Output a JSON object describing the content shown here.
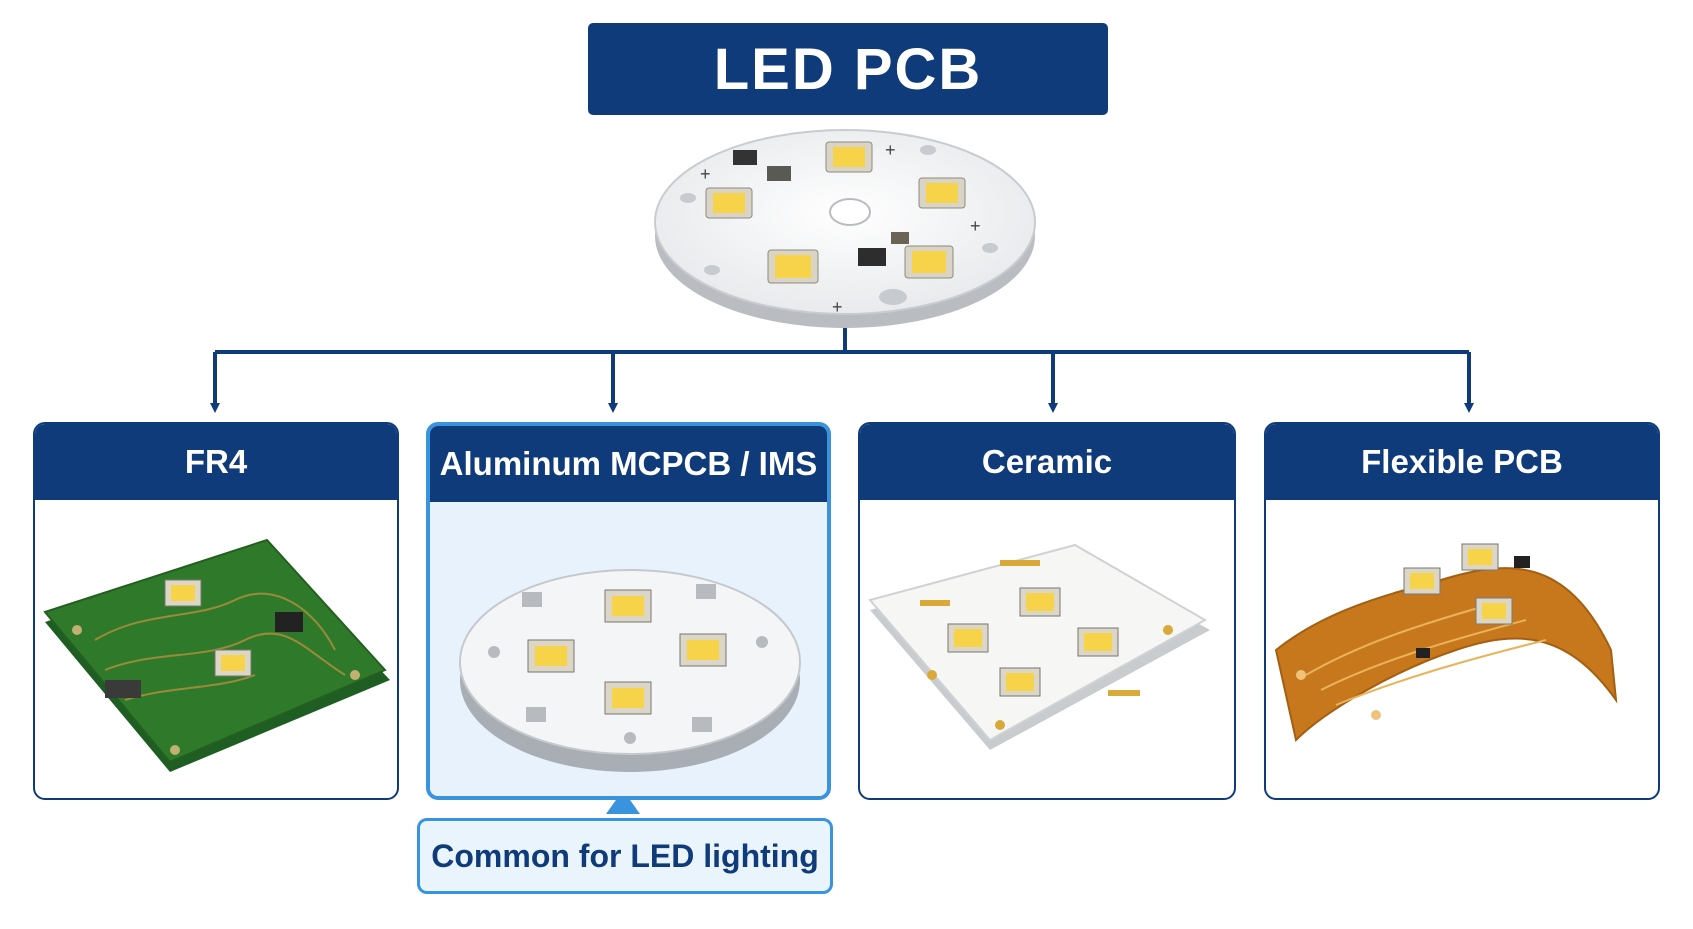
{
  "title": "LED PCB",
  "categories": [
    {
      "label": "FR4"
    },
    {
      "label": "Aluminum MCPCB / IMS"
    },
    {
      "label": "Ceramic"
    },
    {
      "label": "Flexible PCB"
    }
  ],
  "callout": "Common for LED lighting",
  "colors": {
    "primary": "#0f3b7a",
    "highlight": "#3a93dd",
    "highlight_bg": "#e8f2fd",
    "fr4_green": "#2f7a2a",
    "flex_copper": "#c8781c",
    "led_yellow": "#f7d34a"
  }
}
